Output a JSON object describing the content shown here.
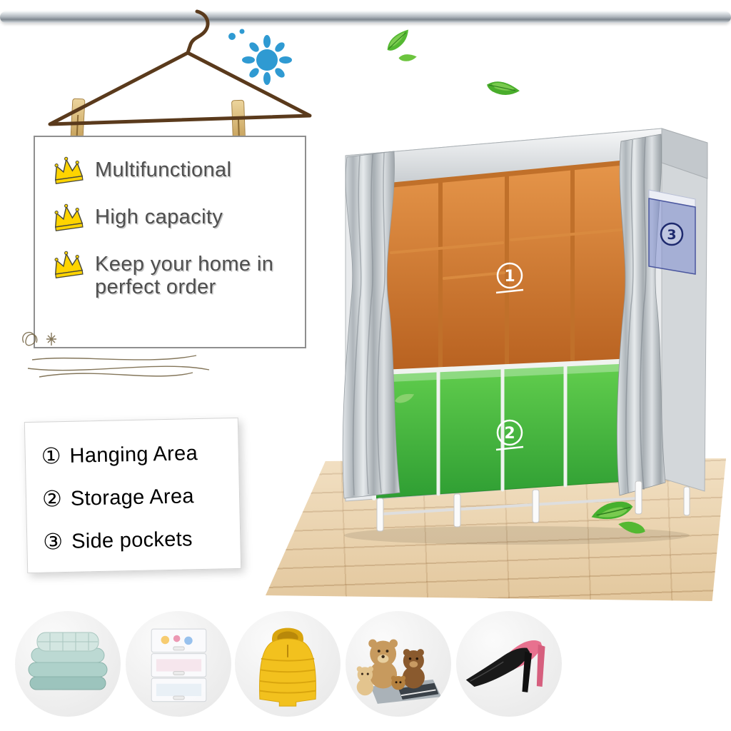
{
  "sign": {
    "items": [
      {
        "label": "Multifunctional"
      },
      {
        "label": "High capacity"
      },
      {
        "label": "Keep your home in perfect order"
      }
    ]
  },
  "legend_card": {
    "items": [
      {
        "num": "①",
        "label": "Hanging Area"
      },
      {
        "num": "②",
        "label": "Storage Area"
      },
      {
        "num": "③",
        "label": "Side pockets"
      }
    ]
  },
  "wardrobe": {
    "hanging_num": "1",
    "storage_num": "2",
    "pocket_num": "3"
  },
  "products": [
    {
      "name": "comforter"
    },
    {
      "name": "drawer-organizer"
    },
    {
      "name": "puffer-jacket"
    },
    {
      "name": "teddy-bears"
    },
    {
      "name": "high-heels"
    }
  ],
  "colors": {
    "orange_interior": "#c96f26",
    "storage_green": "#3fae3f",
    "leaf_green": "#54b832",
    "sun_blue": "#2f9ad2",
    "crown_yellow": "#ffd400",
    "wood_floor": "#ecd2a8",
    "curtain_gray": "#c9ced2"
  }
}
